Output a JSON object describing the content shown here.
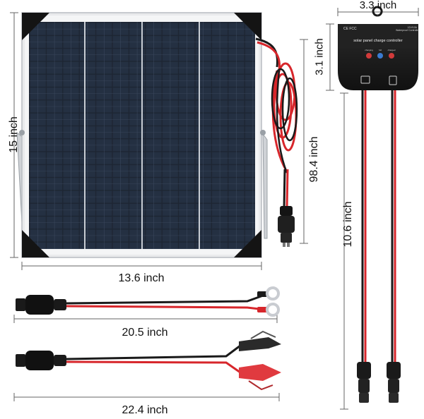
{
  "dimensions": {
    "panel_height": "15 inch",
    "panel_width": "13.6 inch",
    "panel_cable_length": "98.4 inch",
    "controller_width": "3.3 inch",
    "controller_height": "3.1 inch",
    "controller_cable_length": "10.6 inch",
    "ring_cable_length": "20.5 inch",
    "clip_cable_length": "22.4 inch"
  },
  "controller": {
    "title": "solar panel charge controller",
    "model_line1": "12V/10A",
    "model_line2": "Waterproof Controller",
    "certifications": "CE FCC",
    "led_labels": [
      "charging",
      "full",
      "charged"
    ]
  },
  "colors": {
    "cable_red": "#d7262b",
    "cable_black": "#1a1a1a",
    "panel_cell": "#1e2733",
    "panel_frame": "#e9eaec",
    "controller_body": "#1b1b1b"
  }
}
